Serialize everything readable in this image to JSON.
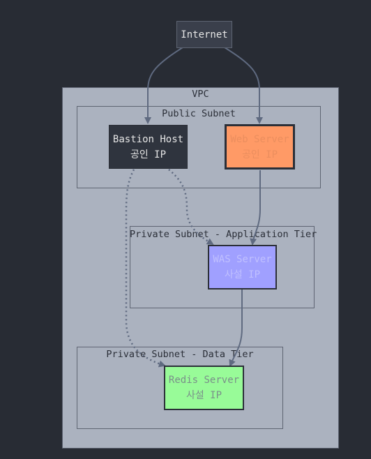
{
  "nodes": {
    "internet": {
      "label": "Internet"
    },
    "bastion": {
      "line1": "Bastion Host",
      "line2": "공인 IP"
    },
    "web": {
      "line1": "Web Server",
      "line2": "공인 IP"
    },
    "was": {
      "line1": "WAS Server",
      "line2": "사설 IP"
    },
    "redis": {
      "line1": "Redis Server",
      "line2": "사설 IP"
    }
  },
  "clusters": {
    "vpc": "VPC",
    "public_subnet": "Public Subnet",
    "app_subnet": "Private Subnet - Application Tier",
    "data_subnet": "Private Subnet - Data Tier"
  },
  "colors": {
    "background": "#282c34",
    "vpc_fill": "#abb2bf",
    "internet_fill": "#3a3f4b",
    "bastion_fill": "#2f343e",
    "web_fill": "#ff9a66",
    "was_fill": "#a0a0ff",
    "redis_fill": "#98fb98",
    "edge": "#5f6a80"
  }
}
